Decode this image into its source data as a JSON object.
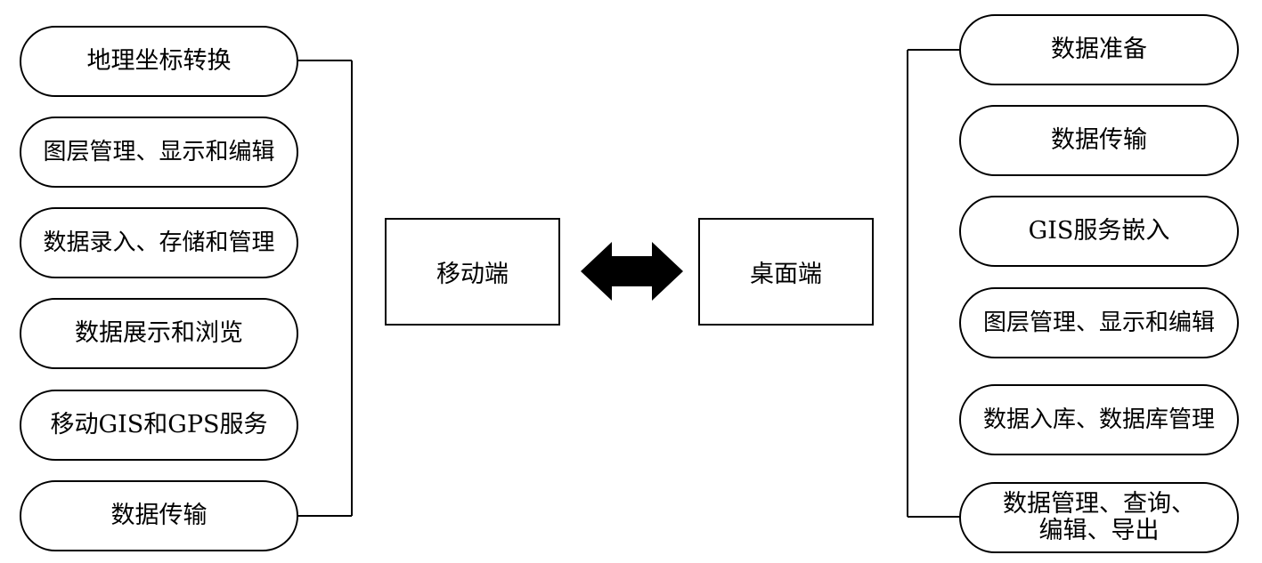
{
  "mobile": {
    "label": "移动端",
    "features": [
      "地理坐标转换",
      "图层管理、显示和编辑",
      "数据录入、存储和管理",
      "数据展示和浏览",
      "移动GIS和GPS服务",
      "数据传输"
    ]
  },
  "desktop": {
    "label": "桌面端",
    "features": [
      "数据准备",
      "数据传输",
      "GIS服务嵌入",
      "图层管理、显示和编辑",
      "数据入库、数据库管理",
      "数据管理、查询、\n编辑、导出"
    ]
  }
}
